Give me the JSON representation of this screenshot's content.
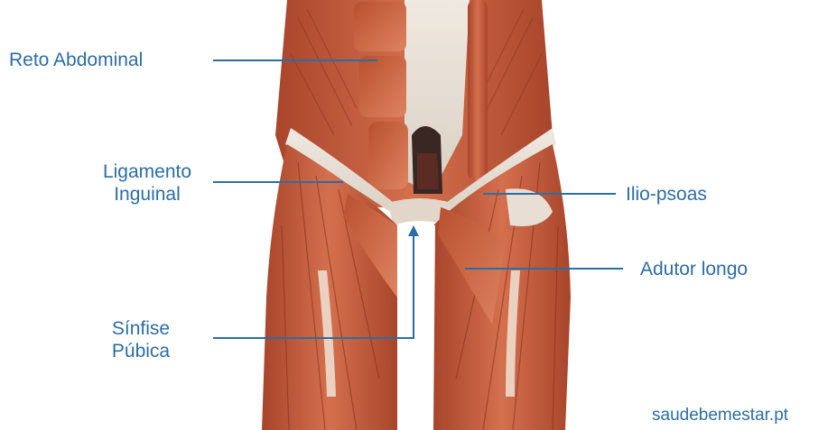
{
  "labels": {
    "reto_abdominal": "Reto Abdominal",
    "ligamento_inguinal": [
      "Ligamento",
      "Inguinal"
    ],
    "ilio_psoas": "Ilio-psoas",
    "adutor_longo": "Adutor longo",
    "sinfise_pubica": [
      "Sínfise",
      "Púbica"
    ]
  },
  "watermark": "saudebemestar.pt",
  "colors": {
    "label_text": "#2b6da5",
    "leader_line": "#2b6da5",
    "muscle": "#c9603f",
    "muscle_dark": "#9c3b22",
    "muscle_light": "#e08a66",
    "fascia": "#e7ddd2",
    "background": "#ffffff"
  }
}
